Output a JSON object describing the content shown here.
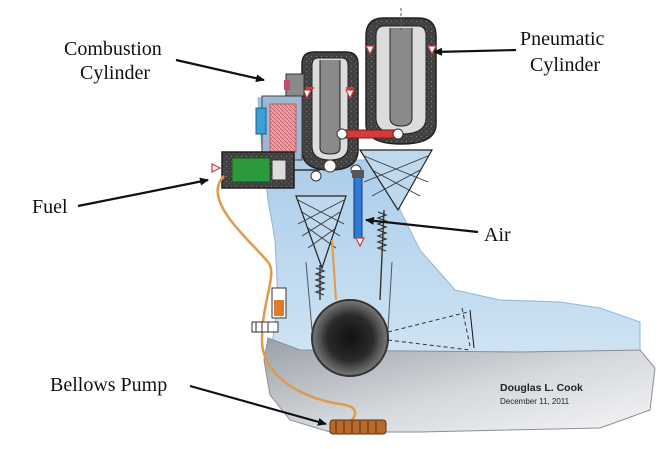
{
  "labels": {
    "combustion_cylinder": [
      "Combustion",
      "Cylinder"
    ],
    "pneumatic_cylinder": [
      "Pneumatic",
      "Cylinder"
    ],
    "fuel": "Fuel",
    "air": "Air",
    "bellows_pump": "Bellows Pump"
  },
  "signature": {
    "author": "Douglas L. Cook",
    "date": "December 11, 2011"
  },
  "colors": {
    "boot_fluid": "#a9cde9",
    "sole": "#b9bdc2",
    "fuel_line": "#e09a4a",
    "fuel_tank": "#2c9a3c",
    "bellows": "#b86a2c",
    "air_tube": "#2f7ad6",
    "spring_red": "#d43a3a",
    "cylinder_dark": "#4b4b4b"
  },
  "icons": {
    "arrow": "callout-arrow-icon"
  }
}
